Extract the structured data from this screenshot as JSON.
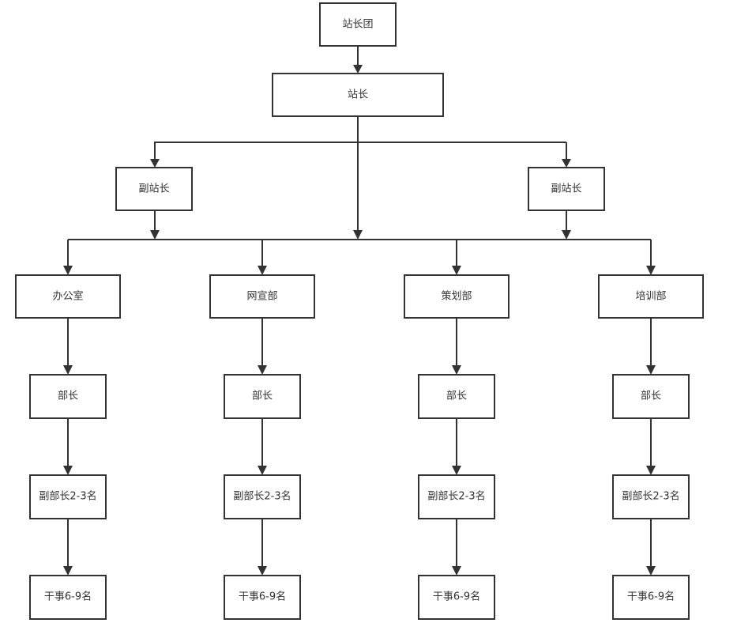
{
  "chart": {
    "top": {
      "label": "站长团"
    },
    "head": {
      "label": "站长"
    },
    "deputies": [
      {
        "label": "副站长"
      },
      {
        "label": "副站长"
      }
    ],
    "departments": [
      {
        "label": "办公室",
        "roles": [
          {
            "label": "部长"
          },
          {
            "label": "副部长2-3名"
          },
          {
            "label": "干事6-9名"
          }
        ]
      },
      {
        "label": "网宣部",
        "roles": [
          {
            "label": "部长"
          },
          {
            "label": "副部长2-3名"
          },
          {
            "label": "干事6-9名"
          }
        ]
      },
      {
        "label": "策划部",
        "roles": [
          {
            "label": "部长"
          },
          {
            "label": "副部长2-3名"
          },
          {
            "label": "干事6-9名"
          }
        ]
      },
      {
        "label": "培训部",
        "roles": [
          {
            "label": "部长"
          },
          {
            "label": "副部长2-3名"
          },
          {
            "label": "干事6-9名"
          }
        ]
      }
    ]
  }
}
